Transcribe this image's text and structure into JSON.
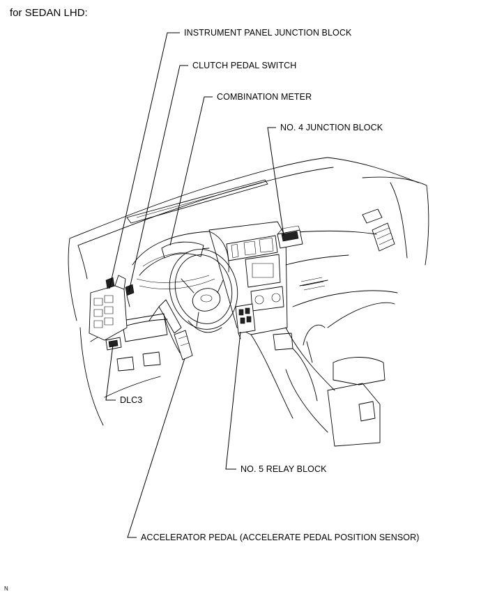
{
  "header": "for SEDAN LHD:",
  "labels": {
    "instrument_panel_jb": "INSTRUMENT PANEL JUNCTION BLOCK",
    "clutch_pedal_switch": "CLUTCH PEDAL SWITCH",
    "combination_meter": "COMBINATION METER",
    "no4_junction_block": "NO. 4 JUNCTION BLOCK",
    "dlc3": "DLC3",
    "no5_relay_block": "NO. 5 RELAY BLOCK",
    "accelerator_pedal": "ACCELERATOR PEDAL (ACCELERATE PEDAL POSITION SENSOR)"
  },
  "figure_code": "N"
}
